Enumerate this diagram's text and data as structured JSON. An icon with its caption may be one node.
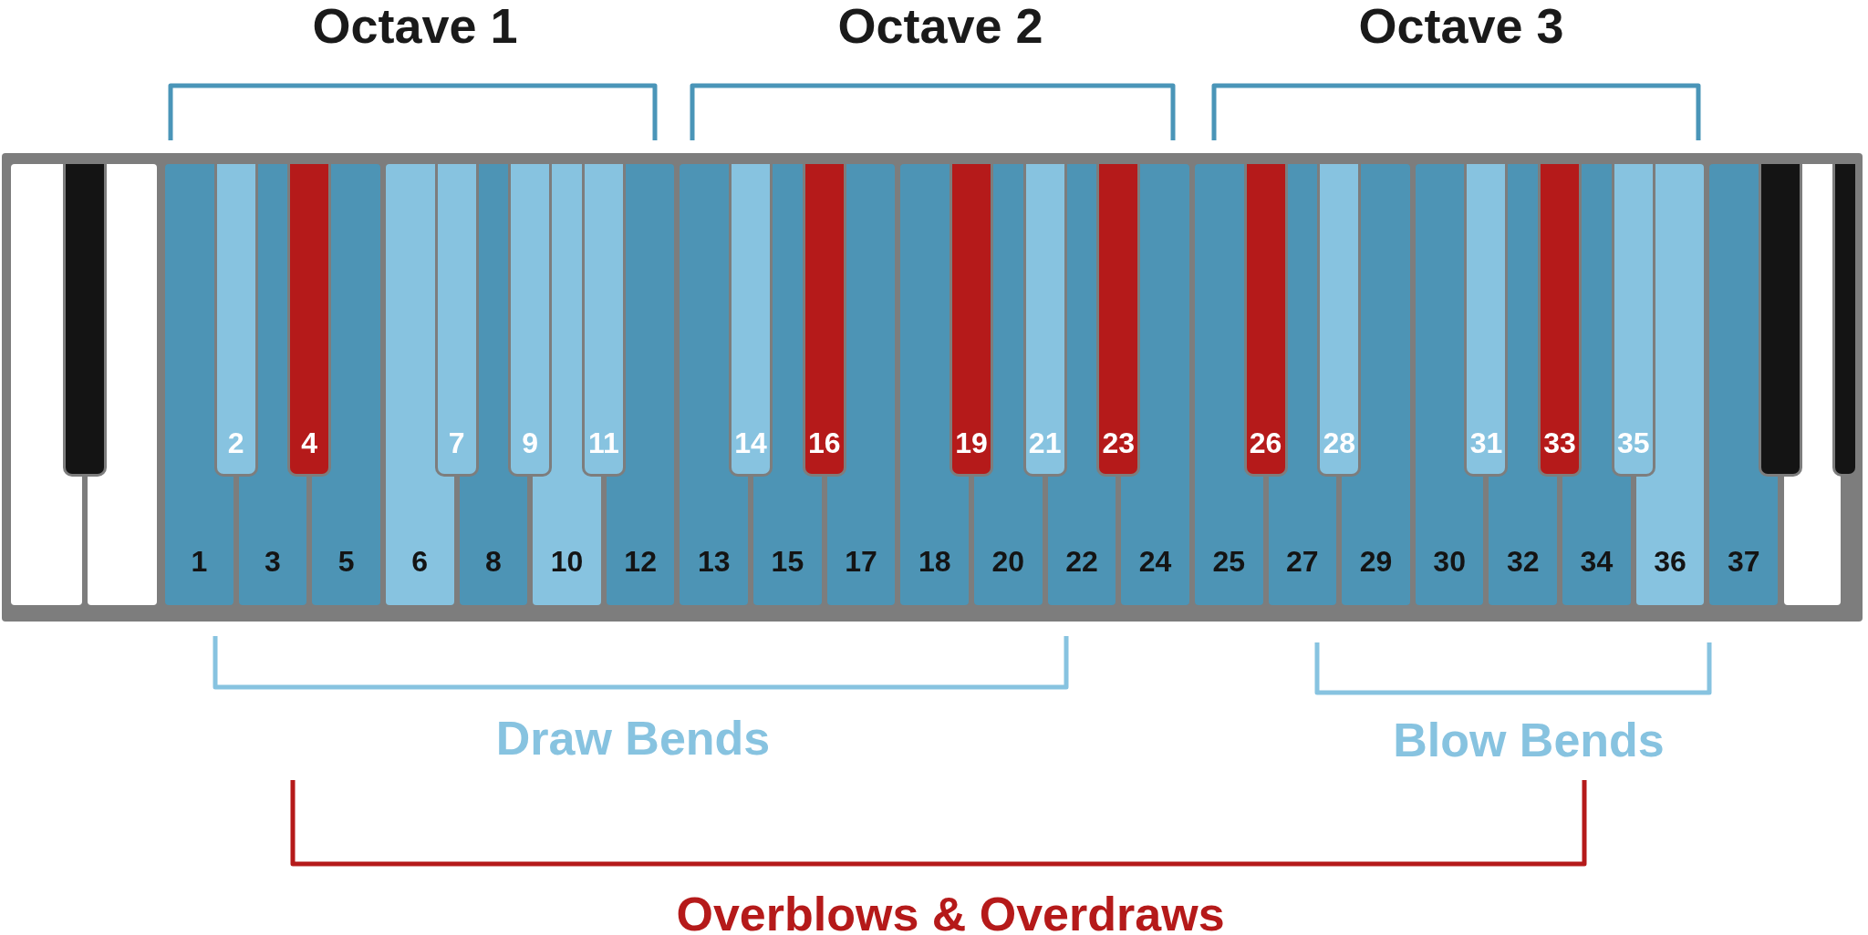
{
  "diagram": {
    "nodes": [
      {
        "text": [],
        "shape": "box"
      },
      {
        "text": [],
        "shape": "box"
      },
      {
        "text": [],
        "shape": "box"
      },
      {
        "text": [
          "1"
        ]
      },
      {
        "text": [
          "2"
        ]
      },
      {
        "text": [
          "3"
        ]
      },
      {
        "text": [
          "4"
        ]
      },
      {
        "text": [
          "5"
        ]
      },
      {
        "text": [
          "6"
        ]
      },
      {
        "text": [
          "7"
        ]
      },
      {
        "text": [
          "8"
        ]
      },
      {
        "text": [
          "9"
        ]
      },
      {
        "text": [
          "10"
        ]
      },
      {
        "text": [
          "11"
        ]
      },
      {
        "text": [
          "12"
        ]
      },
      {
        "text": [
          "13"
        ]
      },
      {
        "text": [
          "14"
        ]
      },
      {
        "text": [
          "15"
        ]
      },
      {
        "text": [
          "16"
        ]
      },
      {
        "text": [
          "17"
        ]
      },
      {
        "text": [
          "18"
        ]
      },
      {
        "text": [
          "19"
        ]
      },
      {
        "text": [
          "20"
        ]
      },
      {
        "text": [
          "21"
        ]
      },
      {
        "text": [
          "22"
        ]
      },
      {
        "text": [
          "23"
        ]
      },
      {
        "text": [
          "24"
        ]
      },
      {
        "text": [
          "25"
        ]
      },
      {
        "text": [
          "26"
        ]
      },
      {
        "text": [
          "27"
        ]
      },
      {
        "text": [
          "28"
        ]
      },
      {
        "text": [
          "29"
        ]
      },
      {
        "text": [
          "30"
        ]
      },
      {
        "text": [
          "31"
        ]
      },
      {
        "text": [
          "32"
        ]
      },
      {
        "text": [
          "33"
        ]
      },
      {
        "text": [
          "34"
        ]
      },
      {
        "text": [
          "35"
        ]
      },
      {
        "text": [
          "36"
        ]
      },
      {
        "text": [
          "37"
        ]
      },
      {
        "text": [],
        "shape": "box"
      },
      {
        "text": [],
        "shape": "box"
      },
      {
        "text": [],
        "shape": "box"
      }
    ],
    "labels": [
      "Octave 1",
      "Octave 2",
      "Octave 3",
      "Draw Bends",
      "Blow Bends",
      "Overblows & Overdraws"
    ]
  }
}
